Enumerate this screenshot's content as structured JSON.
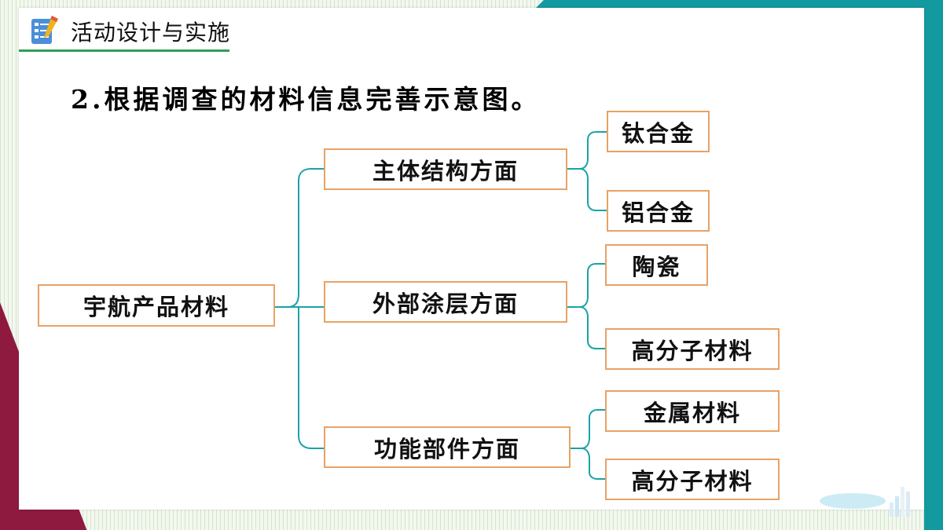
{
  "header": {
    "title": "活动设计与实施",
    "icon": "checklist-pencil-icon"
  },
  "heading": "2.根据调查的材料信息完善示意图。",
  "diagram": {
    "root": "宇航产品材料",
    "branches": [
      {
        "label": "主体结构方面",
        "children": [
          "钛合金",
          "铝合金"
        ]
      },
      {
        "label": "外部涂层方面",
        "children": [
          "陶瓷",
          "高分子材料"
        ]
      },
      {
        "label": "功能部件方面",
        "children": [
          "金属材料",
          "高分子材料"
        ]
      }
    ]
  },
  "colors": {
    "node_border": "#e8a265",
    "connector": "#1aa3a8",
    "accent_teal": "#139aa0",
    "accent_maroon": "#8e1a3f",
    "header_line": "#2f9e57"
  }
}
